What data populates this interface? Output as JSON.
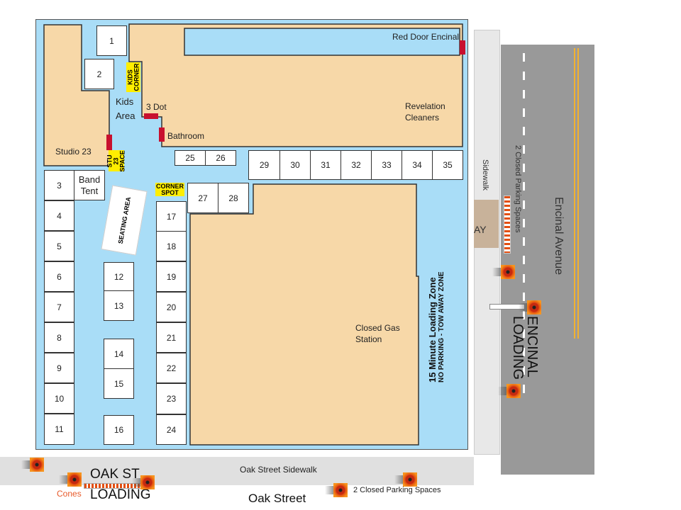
{
  "lot": {
    "spaces": [
      "1",
      "2",
      "3",
      "4",
      "5",
      "6",
      "7",
      "8",
      "9",
      "10",
      "11",
      "12",
      "13",
      "14",
      "15",
      "16",
      "17",
      "18",
      "19",
      "20",
      "21",
      "22",
      "23",
      "24",
      "25",
      "26",
      "27",
      "28",
      "29",
      "30",
      "31",
      "32",
      "33",
      "34",
      "35"
    ],
    "band_tent": "Band Tent",
    "seating_area": "SEATING AREA",
    "kids_area": "Kids Area",
    "kids_corner": "KIDS CORNER",
    "stu23_space": "STU 23 SPACE",
    "corner_spot": "CORNER SPOT"
  },
  "buildings": {
    "studio23": "Studio 23",
    "red_door": "Red Door Encinal",
    "revelation": "Revelation Cleaners",
    "three_dot": "3 Dot",
    "bathroom": "Bathroom",
    "gas_station": "Closed Gas Station"
  },
  "loading_zone": {
    "title": "15 Minute Loading Zone",
    "subtitle": "NO PARKING - TOW AWAY ZONE"
  },
  "encinal": {
    "sidewalk": "Sidewalk",
    "driveway": "AY",
    "street": "Encinal Avenue",
    "closed_spaces": "2 Closed Parking  Spaces",
    "loading": "ENCINAL LOADING"
  },
  "oak": {
    "sidewalk": "Oak Street Sidewalk",
    "street": "Oak Street",
    "loading_line1": "OAK ST",
    "loading_line2": "LOADING",
    "cones": "Cones",
    "closed_spaces": "2 Closed Parking  Spaces"
  },
  "colors": {
    "lot": "#a9ddf7",
    "building": "#f7d8a8",
    "street": "#999999",
    "cone": "#e34e10",
    "marker": "#c8102e",
    "label": "#ffee00"
  }
}
